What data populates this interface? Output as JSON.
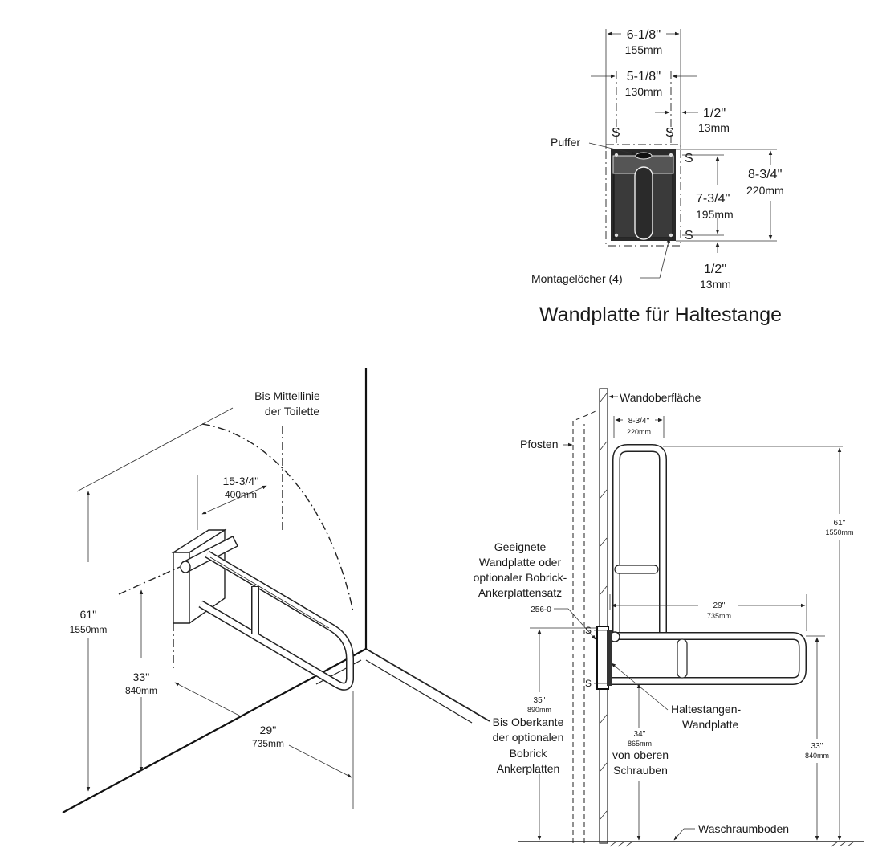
{
  "plate": {
    "title": "Wandplatte für Haltestange",
    "dim_outer_in": "6-1/8''",
    "dim_outer_mm": "155mm",
    "dim_inner_in": "5-1/8''",
    "dim_inner_mm": "130mm",
    "dim_offset_top_in": "1/2''",
    "dim_offset_top_mm": "13mm",
    "dim_height_in": "8-3/4''",
    "dim_height_mm": "220mm",
    "dim_holes_in": "7-3/4''",
    "dim_holes_mm": "195mm",
    "dim_offset_bottom_in": "1/2''",
    "dim_offset_bottom_mm": "13mm",
    "label_buffer": "Puffer",
    "label_holes": "Montagelöcher (4)",
    "s": "S"
  },
  "iso": {
    "center_line_1": "Bis Mittellinie",
    "center_line_2": "der Toilette",
    "dim_center_in": "15-3/4''",
    "dim_center_mm": "400mm",
    "dim_top_in": "61''",
    "dim_top_mm": "1550mm",
    "dim_bar_in": "33''",
    "dim_bar_mm": "840mm",
    "dim_len_in": "29''",
    "dim_len_mm": "735mm"
  },
  "side": {
    "wall_surface": "Wandoberfläche",
    "post": "Pfosten",
    "dim_plate_in": "8-3/4''",
    "dim_plate_mm": "220mm",
    "suitable": [
      "Geeignete",
      "Wandplatte oder",
      "optionaler Bobrick-",
      "Ankerplattensatz"
    ],
    "part_no": "256-0",
    "dim_len_in": "29''",
    "dim_len_mm": "735mm",
    "dim_top_in": "61''",
    "dim_top_mm": "1550mm",
    "dim_anchor_in": "35''",
    "dim_anchor_mm": "890mm",
    "anchor_label": [
      "Bis Oberkante",
      "der optionalen",
      "Bobrick",
      "Ankerplatten"
    ],
    "dim_screws_in": "34''",
    "dim_screws_mm": "865mm",
    "screws_label": [
      "von oberen",
      "Schrauben"
    ],
    "plate_label": [
      "Haltestangen-",
      "Wandplatte"
    ],
    "dim_bar_in": "33''",
    "dim_bar_mm": "840mm",
    "floor": "Waschraumboden",
    "s": "S"
  }
}
